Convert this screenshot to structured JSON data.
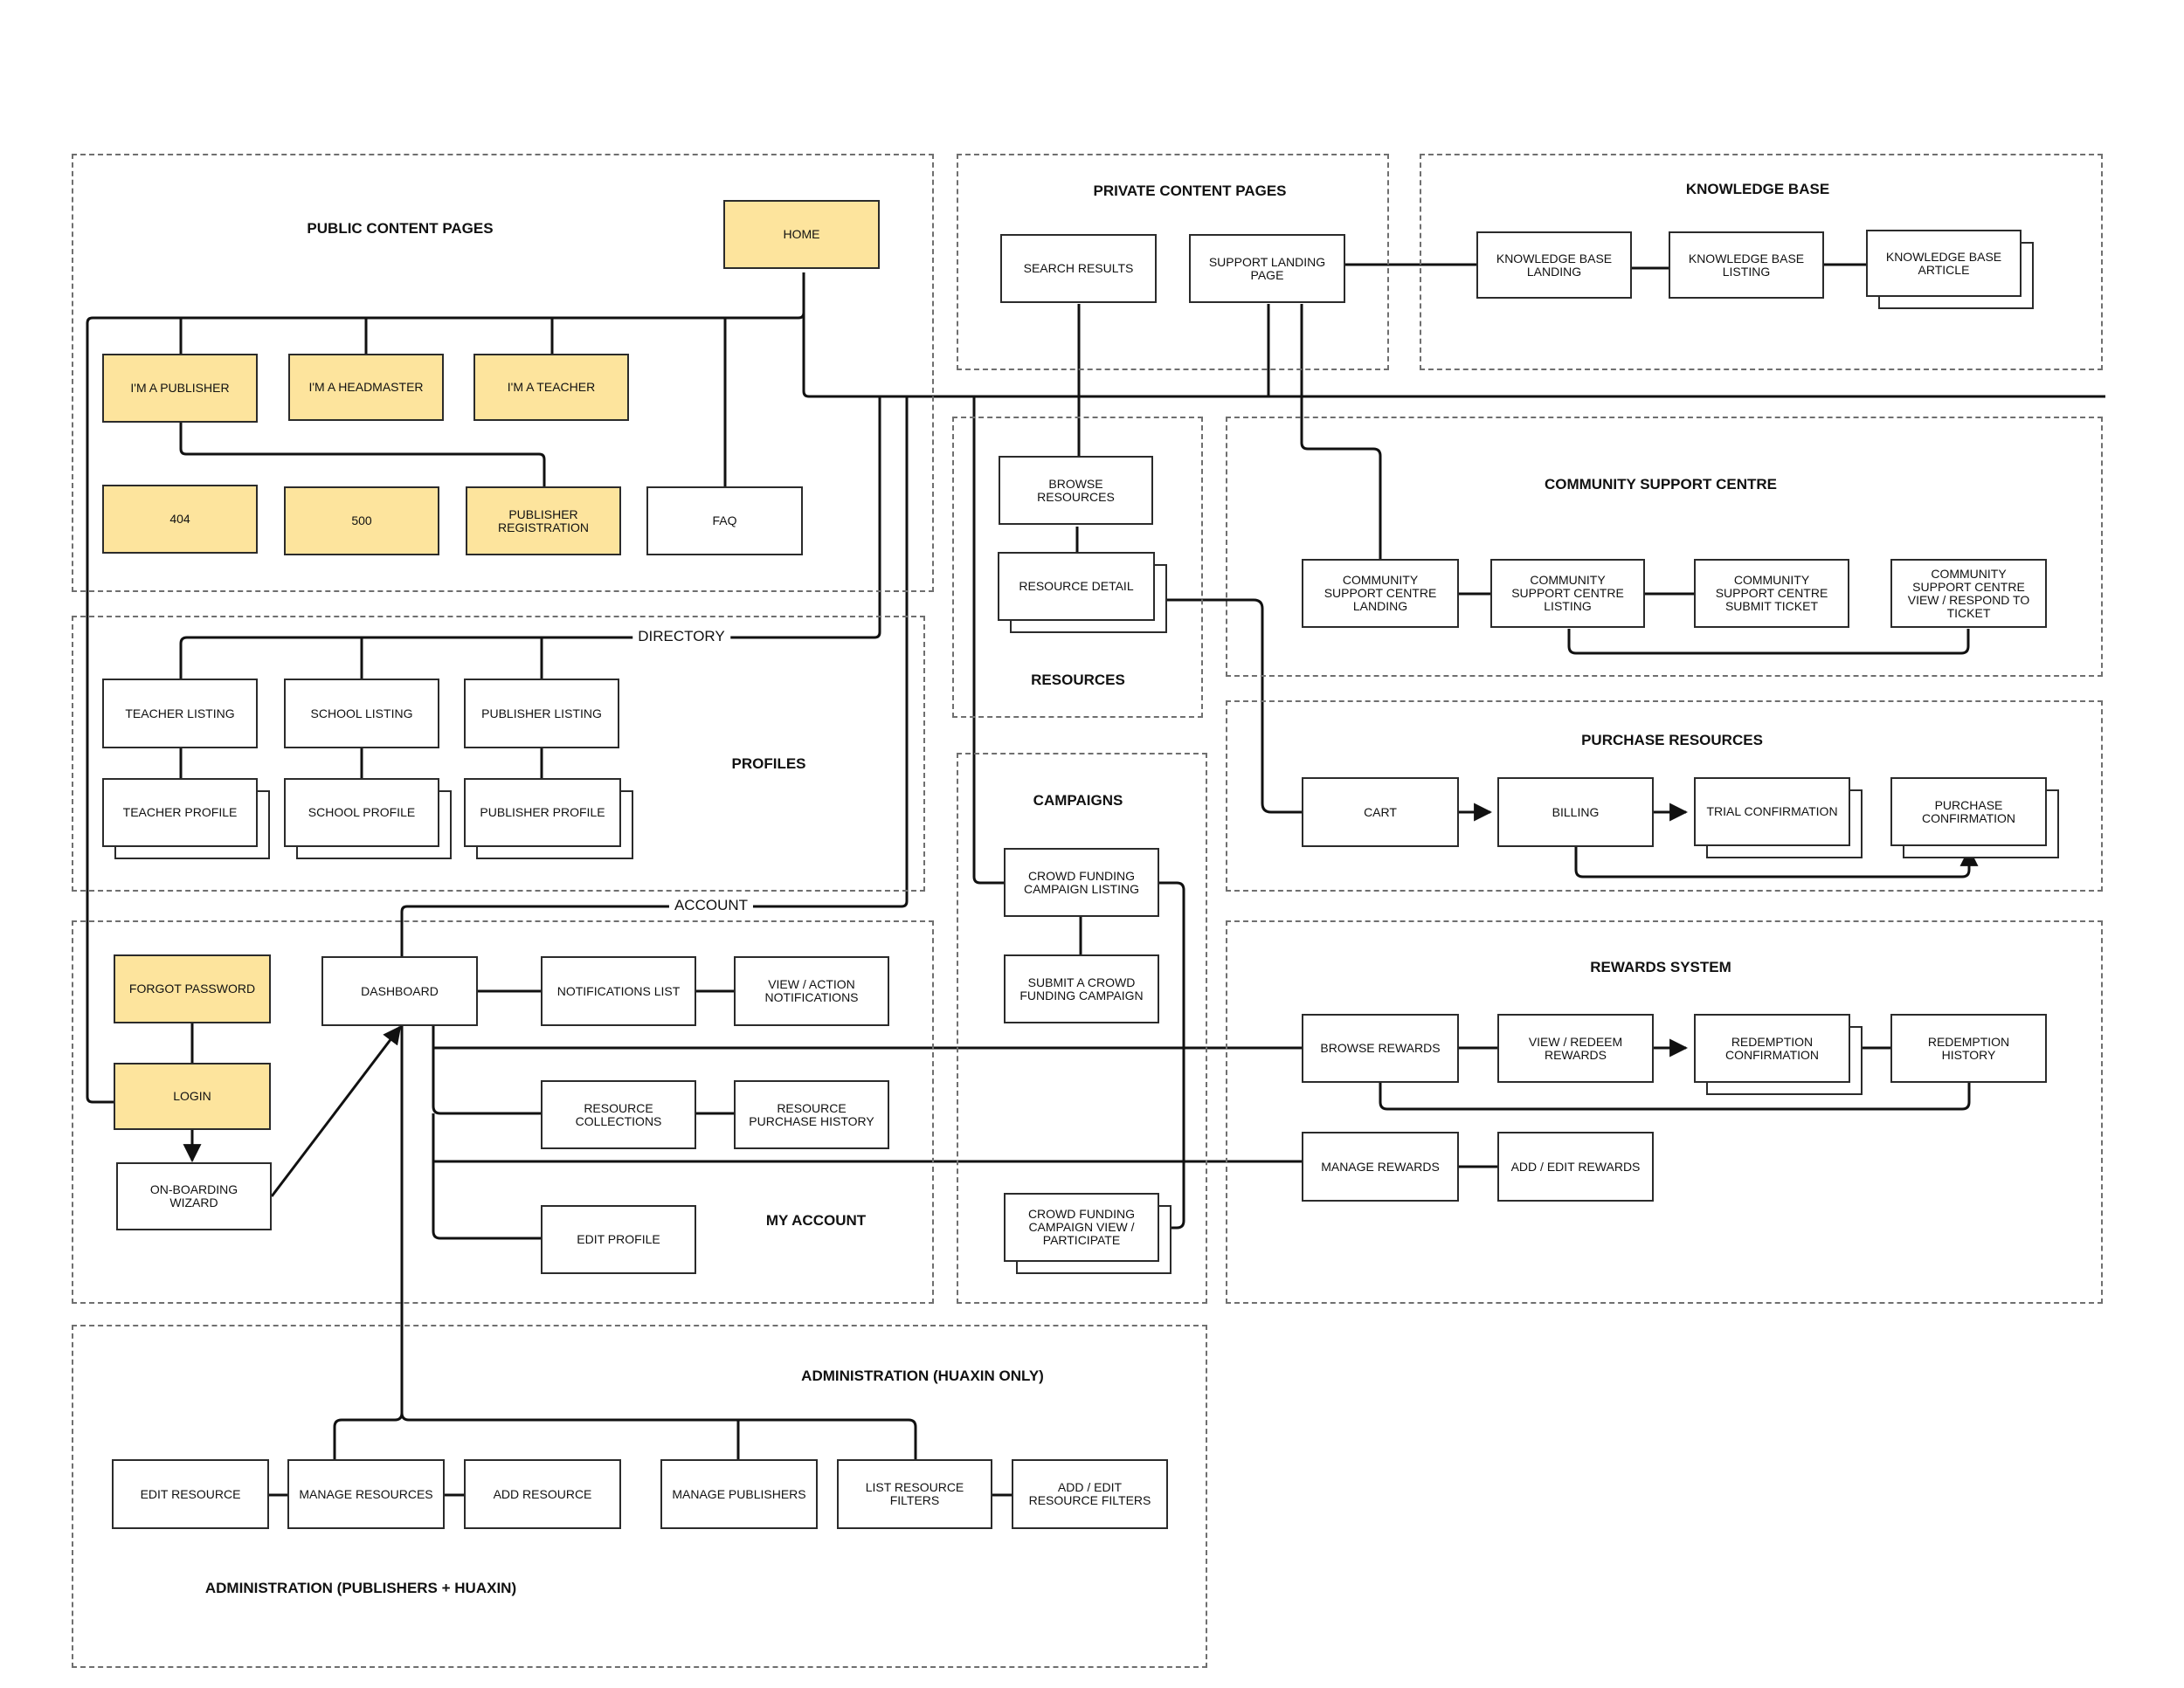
{
  "sections": {
    "public_content": "PUBLIC CONTENT PAGES",
    "private_content": "PRIVATE CONTENT PAGES",
    "knowledge_base": "KNOWLEDGE BASE",
    "community_support": "COMMUNITY SUPPORT CENTRE",
    "resources": "RESOURCES",
    "profiles": "PROFILES",
    "purchase_resources": "PURCHASE RESOURCES",
    "campaigns": "CAMPAIGNS",
    "rewards_system": "REWARDS SYSTEM",
    "my_account": "MY ACCOUNT",
    "admin_huaxin": "ADMINISTRATION (HUAXIN ONLY)",
    "admin_publishers": "ADMINISTRATION (PUBLISHERS + HUAXIN)"
  },
  "labels": {
    "directory": "DIRECTORY",
    "account": "ACCOUNT"
  },
  "colors": {
    "highlight_fill": "#fde49d",
    "line": "#111111"
  },
  "nodes": {
    "home": "HOME",
    "im_publisher": "I'M A PUBLISHER",
    "im_headmaster": "I'M A HEADMASTER",
    "im_teacher": "I'M A TEACHER",
    "e404": "404",
    "e500": "500",
    "publisher_registration": "PUBLISHER\nREGISTRATION",
    "faq": "FAQ",
    "search_results": "SEARCH RESULTS",
    "support_landing": "SUPPORT LANDING\nPAGE",
    "kb_landing": "KNOWLEDGE BASE\nLANDING",
    "kb_listing": "KNOWLEDGE BASE\nLISTING",
    "kb_article": "KNOWLEDGE BASE\nARTICLE",
    "browse_resources": "BROWSE\nRESOURCES",
    "resource_detail": "RESOURCE DETAIL",
    "csc_landing": "COMMUNITY\nSUPPORT CENTRE\nLANDING",
    "csc_listing": "COMMUNITY\nSUPPORT CENTRE\nLISTING",
    "csc_submit": "COMMUNITY\nSUPPORT CENTRE\nSUBMIT TICKET",
    "csc_view": "COMMUNITY\nSUPPORT CENTRE\nVIEW / RESPOND TO\nTICKET",
    "teacher_listing": "TEACHER LISTING",
    "school_listing": "SCHOOL LISTING",
    "publisher_listing": "PUBLISHER LISTING",
    "teacher_profile": "TEACHER PROFILE",
    "school_profile": "SCHOOL PROFILE",
    "publisher_profile": "PUBLISHER PROFILE",
    "cart": "CART",
    "billing": "BILLING",
    "trial_confirmation": "TRIAL CONFIRMATION",
    "purchase_confirmation": "PURCHASE\nCONFIRMATION",
    "cf_listing": "CROWD FUNDING\nCAMPAIGN LISTING",
    "cf_submit": "SUBMIT A CROWD\nFUNDING CAMPAIGN",
    "cf_view": "CROWD FUNDING\nCAMPAIGN VIEW /\nPARTICIPATE",
    "forgot_password": "FORGOT PASSWORD",
    "login": "LOGIN",
    "onboarding": "ON-BOARDING\nWIZARD",
    "dashboard": "DASHBOARD",
    "notifications_list": "NOTIFICATIONS LIST",
    "view_action_notifications": "VIEW / ACTION\nNOTIFICATIONS",
    "resource_collections": "RESOURCE\nCOLLECTIONS",
    "resource_purchase_history": "RESOURCE\nPURCHASE HISTORY",
    "edit_profile": "EDIT PROFILE",
    "browse_rewards": "BROWSE REWARDS",
    "view_redeem_rewards": "VIEW / REDEEM\nREWARDS",
    "redemption_confirmation": "REDEMPTION\nCONFIRMATION",
    "redemption_history": "REDEMPTION\nHISTORY",
    "manage_rewards": "MANAGE REWARDS",
    "add_edit_rewards": "ADD / EDIT REWARDS",
    "edit_resource": "EDIT RESOURCE",
    "manage_resources": "MANAGE RESOURCES",
    "add_resource": "ADD RESOURCE",
    "manage_publishers": "MANAGE PUBLISHERS",
    "list_resource_filters": "LIST RESOURCE\nFILTERS",
    "add_edit_resource_filters": "ADD / EDIT\nRESOURCE FILTERS"
  }
}
